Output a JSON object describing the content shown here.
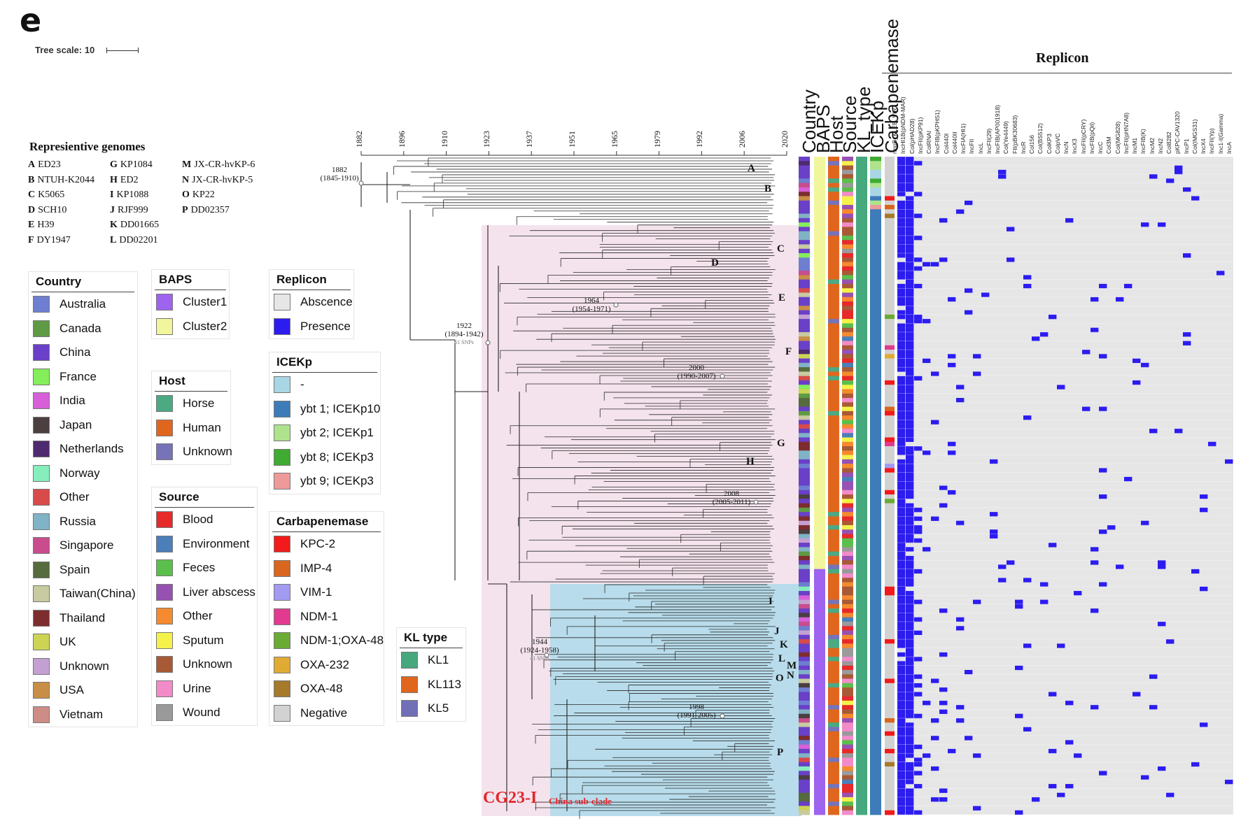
{
  "panel_letter": "e",
  "tree_scale": "Tree scale: 10",
  "representative": {
    "title": "Represientive genomes",
    "items": [
      {
        "k": "A",
        "v": "ED23"
      },
      {
        "k": "B",
        "v": "NTUH-K2044"
      },
      {
        "k": "C",
        "v": "K5065"
      },
      {
        "k": "D",
        "v": "SCH10"
      },
      {
        "k": "E",
        "v": "H39"
      },
      {
        "k": "F",
        "v": "DY1947"
      },
      {
        "k": "G",
        "v": "KP1084"
      },
      {
        "k": "H",
        "v": "ED2"
      },
      {
        "k": "I",
        "v": "KP1088"
      },
      {
        "k": "J",
        "v": "RJF999"
      },
      {
        "k": "K",
        "v": "DD01665"
      },
      {
        "k": "L",
        "v": "DD02201"
      },
      {
        "k": "M",
        "v": "JX-CR-hvKP-6"
      },
      {
        "k": "N",
        "v": "JX-CR-hvKP-5"
      },
      {
        "k": "O",
        "v": "KP22"
      },
      {
        "k": "P",
        "v": "DD02357"
      }
    ]
  },
  "legends": {
    "country": {
      "title": "Country",
      "items": [
        {
          "label": "Australia",
          "color": "#6e7fd1"
        },
        {
          "label": "Canada",
          "color": "#5f9b44"
        },
        {
          "label": "China",
          "color": "#6a40c9"
        },
        {
          "label": "France",
          "color": "#84ef5a"
        },
        {
          "label": "India",
          "color": "#d760d8"
        },
        {
          "label": "Japan",
          "color": "#4b3f3f"
        },
        {
          "label": "Netherlands",
          "color": "#4e2a6e"
        },
        {
          "label": "Norway",
          "color": "#86eebc"
        },
        {
          "label": "Other",
          "color": "#d94a4a"
        },
        {
          "label": "Russia",
          "color": "#7fb3c5"
        },
        {
          "label": "Singapore",
          "color": "#c94c8d"
        },
        {
          "label": "Spain",
          "color": "#566b3e"
        },
        {
          "label": "Taiwan(China)",
          "color": "#c8caa0"
        },
        {
          "label": "Thailand",
          "color": "#7e2d2f"
        },
        {
          "label": "UK",
          "color": "#cdd454"
        },
        {
          "label": "Unknown",
          "color": "#c4a0d2"
        },
        {
          "label": "USA",
          "color": "#c98e45"
        },
        {
          "label": "Vietnam",
          "color": "#cd8d86"
        }
      ]
    },
    "baps": {
      "title": "BAPS",
      "items": [
        {
          "label": "Cluster1",
          "color": "#9e63ef"
        },
        {
          "label": "Cluster2",
          "color": "#f1f59c"
        }
      ]
    },
    "host": {
      "title": "Host",
      "items": [
        {
          "label": "Horse",
          "color": "#4baa82"
        },
        {
          "label": "Human",
          "color": "#e0661e"
        },
        {
          "label": "Unknown",
          "color": "#7673b8"
        }
      ]
    },
    "source": {
      "title": "Source",
      "items": [
        {
          "label": "Blood",
          "color": "#e62a2a"
        },
        {
          "label": "Environment",
          "color": "#4a7fb9"
        },
        {
          "label": "Feces",
          "color": "#5bbf4b"
        },
        {
          "label": "Liver abscess",
          "color": "#9751b2"
        },
        {
          "label": "Other",
          "color": "#f58a2e"
        },
        {
          "label": "Sputum",
          "color": "#f4f24a"
        },
        {
          "label": "Unknown",
          "color": "#a85a36"
        },
        {
          "label": "Urine",
          "color": "#f28bc8"
        },
        {
          "label": "Wound",
          "color": "#9a9a9a"
        }
      ]
    },
    "replicon": {
      "title": "Replicon",
      "items": [
        {
          "label": "Abscence",
          "color": "#e6e6e6"
        },
        {
          "label": "Presence",
          "color": "#2c1cf0"
        }
      ]
    },
    "icekp": {
      "title": "ICEKp",
      "items": [
        {
          "label": "-",
          "color": "#a9d6e4"
        },
        {
          "label": "ybt 1; ICEKp10",
          "color": "#3d7cb9"
        },
        {
          "label": "ybt 2; ICEKp1",
          "color": "#aee38c"
        },
        {
          "label": "ybt 8; ICEKp3",
          "color": "#3fab32"
        },
        {
          "label": "ybt 9; ICEKp3",
          "color": "#ef9a9a"
        }
      ]
    },
    "carbapenemase": {
      "title": "Carbapenemase",
      "items": [
        {
          "label": "KPC-2",
          "color": "#f21a1a"
        },
        {
          "label": "IMP-4",
          "color": "#d9661e"
        },
        {
          "label": "VIM-1",
          "color": "#a39af2"
        },
        {
          "label": "NDM-1",
          "color": "#e23a8e"
        },
        {
          "label": "NDM-1;OXA-48",
          "color": "#6aab33"
        },
        {
          "label": "OXA-232",
          "color": "#e0ab35"
        },
        {
          "label": "OXA-48",
          "color": "#a57a2b"
        },
        {
          "label": "Negative",
          "color": "#d2d2d2"
        }
      ]
    },
    "kltype": {
      "title": "KL type",
      "items": [
        {
          "label": "KL1",
          "color": "#46a87d"
        },
        {
          "label": "KL113",
          "color": "#e0661e"
        },
        {
          "label": "KL5",
          "color": "#7170b6"
        }
      ]
    }
  },
  "axis": {
    "years": [
      "1882",
      "1896",
      "1910",
      "1923",
      "1937",
      "1951",
      "1965",
      "1979",
      "1992",
      "2006",
      "2020"
    ]
  },
  "column_labels": [
    "Country",
    "BAPS",
    "Host",
    "Source",
    "KL_type",
    "ICEKp",
    "Carbapenemase"
  ],
  "replicon_header": "Replicon",
  "replicon_columns": [
    "rmpB_KLEB_VIR",
    "IncHI1B(pNDM-MAR)",
    "Col(pHAD28)",
    "IncFII(pKP91)",
    "ColRNAI",
    "IncFIB(pKPHS1)",
    "Col440I",
    "Col440II",
    "IncFIA(HI1)",
    "IncFII",
    "IncL",
    "IncFII(29)",
    "IncFIB(AP001918)",
    "Col(Ye4449)",
    "FII(pBK30683)",
    "IncR",
    "Col156",
    "Col(BS512)",
    "ColKP3",
    "ColpVC",
    "IncN",
    "IncX3",
    "IncFII(pCRY)",
    "IncFIB(pQil)",
    "IncC",
    "Col3M",
    "Col(MG828)",
    "IncFII(pHN7A8)",
    "IncM1",
    "IncFIB(K)",
    "IncM2",
    "IncN2",
    "Col8282",
    "pKPC-CAV1320",
    "IncP1",
    "Col(IMGS31)",
    "IncX4",
    "IncFII(Yp)",
    "Inc1-I(Gamma)",
    "IncA"
  ],
  "nodes": [
    {
      "date": "1882",
      "range": "(1845-1910)",
      "snps": ""
    },
    {
      "date": "1922",
      "range": "(1894-1942)",
      "snps": "61 SNPs"
    },
    {
      "date": "1964",
      "range": "(1954-1971)",
      "snps": ""
    },
    {
      "date": "2000",
      "range": "(1990-2007)",
      "snps": ""
    },
    {
      "date": "2008",
      "range": "(2005-2011)",
      "snps": ""
    },
    {
      "date": "1944",
      "range": "(1924-1958)",
      "snps": "41 SNPs"
    },
    {
      "date": "1998",
      "range": "(1991-2005)",
      "snps": ""
    }
  ],
  "tips": [
    "A",
    "B",
    "C",
    "D",
    "E",
    "F",
    "G",
    "H",
    "I",
    "J",
    "K",
    "L",
    "M",
    "N",
    "O",
    "P"
  ],
  "clade_labels": {
    "cg": "CG23-I",
    "china": "China sub-clade"
  }
}
